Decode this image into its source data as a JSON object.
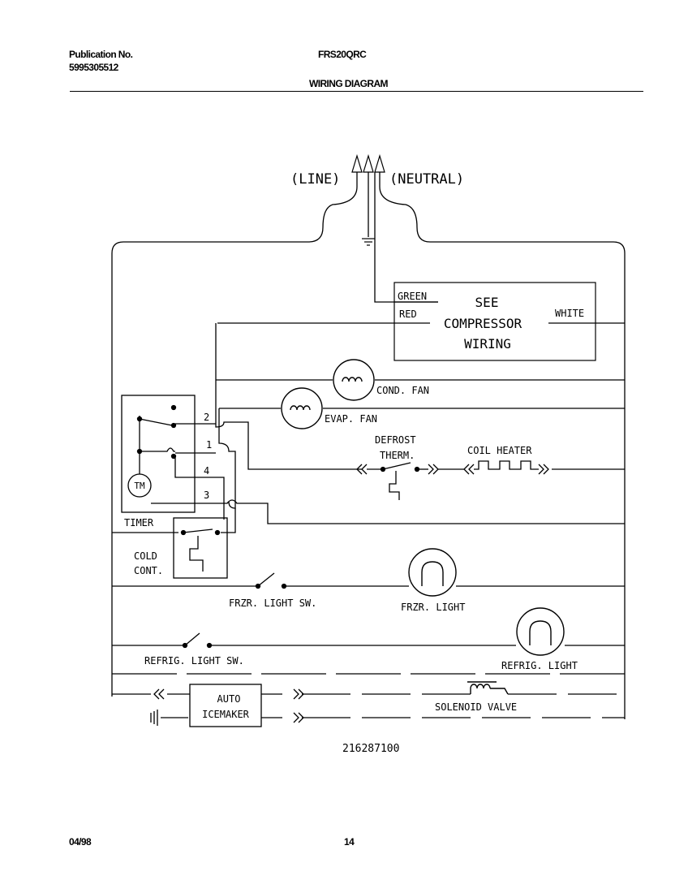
{
  "header": {
    "publication_label": "Publication No.",
    "publication_number": "5995305512",
    "model": "FRS20QRC",
    "title": "WIRING DIAGRAM"
  },
  "footer": {
    "date": "04/98",
    "page_number": "14"
  },
  "diagram": {
    "line_label": "(LINE)",
    "neutral_label": "(NEUTRAL)",
    "compressor": {
      "green": "GREEN",
      "red": "RED",
      "white": "WHITE",
      "line1": "SEE",
      "line2": "COMPRESSOR",
      "line3": "WIRING"
    },
    "cond_fan": "COND. FAN",
    "evap_fan": "EVAP. FAN",
    "defrost_line1": "DEFROST",
    "defrost_line2": "THERM.",
    "coil_heater": "COIL HEATER",
    "timer": {
      "label": "TIMER",
      "motor": "TM",
      "terminals": [
        "2",
        "1",
        "4",
        "3"
      ]
    },
    "cold_cont_line1": "COLD",
    "cold_cont_line2": "CONT.",
    "frzr_light_sw": "FRZR. LIGHT SW.",
    "frzr_light": "FRZR. LIGHT",
    "refrig_light_sw": "REFRIG. LIGHT SW.",
    "refrig_light": "REFRIG. LIGHT",
    "icemaker_line1": "AUTO",
    "icemaker_line2": "ICEMAKER",
    "solenoid_valve": "SOLENOID VALVE",
    "part_number": "216287100"
  }
}
